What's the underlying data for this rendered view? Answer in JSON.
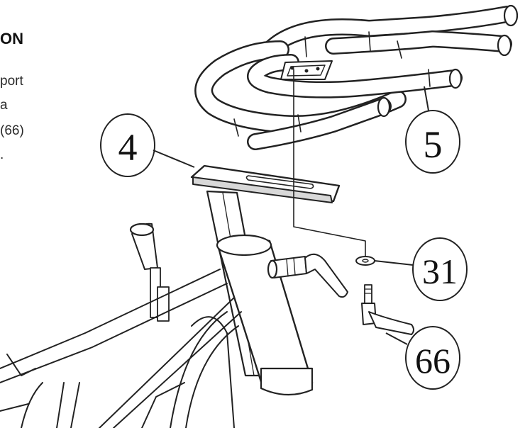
{
  "text_fragments": {
    "heading": "ON",
    "line1": "port",
    "line2": "a",
    "line3": "(66)",
    "line4": "."
  },
  "callouts": {
    "seat_post": "4",
    "handlebar": "5",
    "washer": "31",
    "knob": "66"
  }
}
